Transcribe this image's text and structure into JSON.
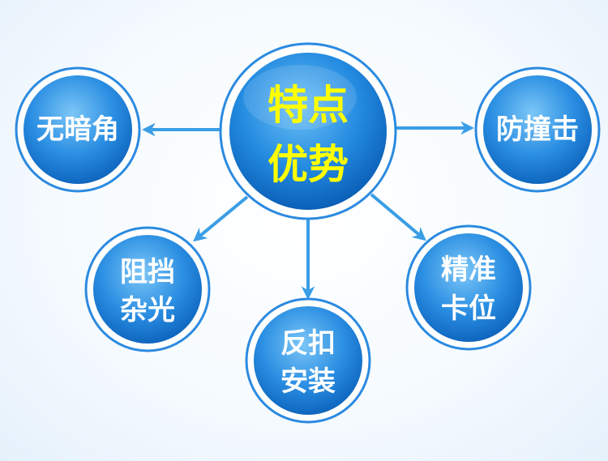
{
  "diagram": {
    "center": {
      "line1": "特点",
      "line2": "优势"
    },
    "nodes": {
      "no_dark_corner": {
        "line1": "无暗角"
      },
      "anti_collision": {
        "line1": "防撞击"
      },
      "block_stray_light": {
        "line1": "阻挡",
        "line2": "杂光"
      },
      "reverse_mount": {
        "line1": "反扣",
        "line2": "安装"
      },
      "precise_position": {
        "line1": "精准",
        "line2": "卡位"
      }
    },
    "colors": {
      "node_fill_light": "#5fb4f0",
      "node_fill_dark": "#0a6cc8",
      "ring": "#2b8ae0",
      "arrow": "#3a9ee6",
      "center_text": "#ffff00",
      "node_text": "#ffffff"
    }
  }
}
